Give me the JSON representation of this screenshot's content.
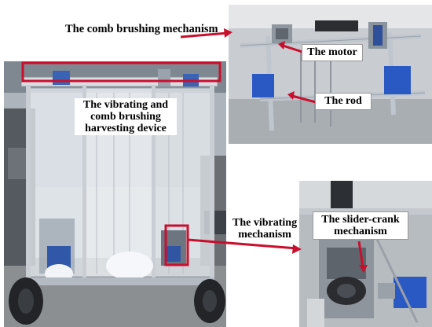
{
  "labels": {
    "comb_brushing_mechanism": "The comb brushing mechanism",
    "device_line1": "The vibrating and",
    "device_line2": "comb brushing",
    "device_line3": "harvesting device",
    "motor": "The motor",
    "rod": "The rod",
    "vibrating_line1": "The vibrating",
    "vibrating_line2": "mechanism",
    "slider_line1": "The slider-crank",
    "slider_line2": "mechanism"
  },
  "colors": {
    "callout_red": "#c8102e",
    "label_bg": "#ffffff",
    "label_text": "#000000",
    "page_bg": "#ffffff"
  }
}
